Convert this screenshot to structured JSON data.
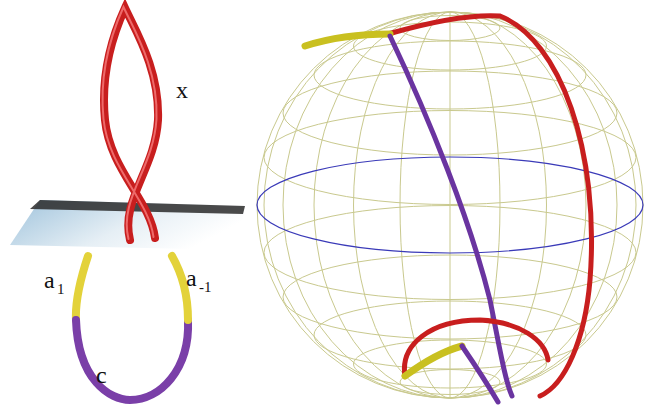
{
  "diagram": {
    "labels": [
      "x",
      "a",
      "1",
      "a",
      "-1",
      "c"
    ]
  }
}
